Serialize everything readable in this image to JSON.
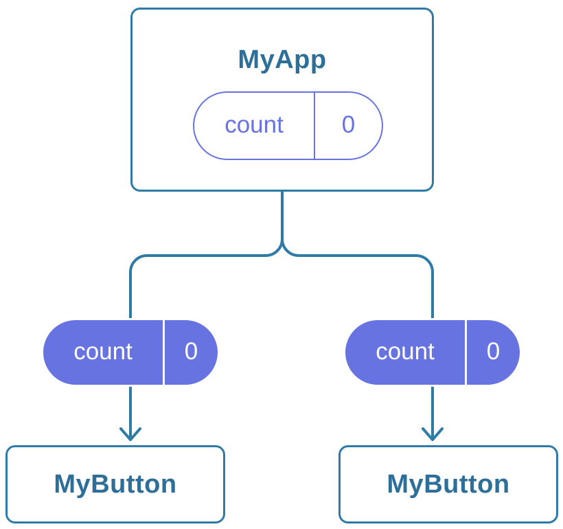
{
  "colors": {
    "line": "#2E7BA8",
    "text": "#2E6F99",
    "purple": "#6673E0",
    "node_bg": "#FFFFFF"
  },
  "root_node": {
    "title": "MyApp",
    "state_pill": {
      "label": "count",
      "value": "0"
    }
  },
  "child_nodes": [
    {
      "title": "MyButton",
      "prop_pill": {
        "label": "count",
        "value": "0"
      }
    },
    {
      "title": "MyButton",
      "prop_pill": {
        "label": "count",
        "value": "0"
      }
    }
  ]
}
